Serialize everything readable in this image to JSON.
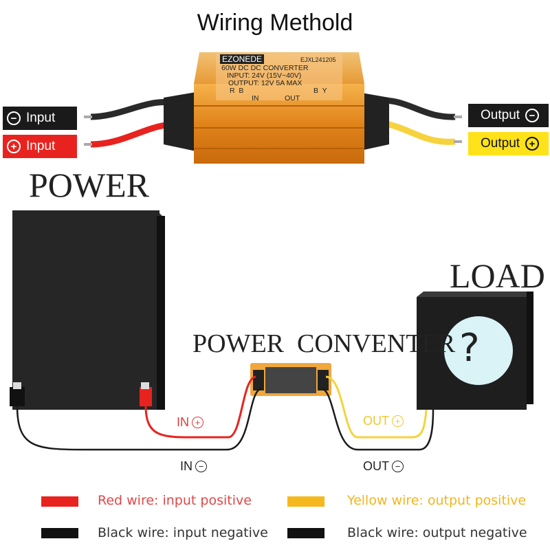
{
  "title": "Wiring Methold",
  "converter_label": {
    "brand": "EZONEDE",
    "model": "EJXL241205",
    "line1": "60W DC DC CONVERTER",
    "line2": "INPUT: 24V (15V~40V)",
    "line3": "OUTPUT: 12V 5A MAX",
    "pins_left": "R  B",
    "pins_right": "B  Y",
    "pins_in": "IN",
    "pins_out": "OUT"
  },
  "tags": {
    "input_negative": "Input",
    "input_positive": "Input",
    "output_negative": "Output",
    "output_positive": "Output"
  },
  "symbols": {
    "plus": "+",
    "minus": "−",
    "question": "?"
  },
  "diagram": {
    "power": "POWER",
    "load": "LOAD",
    "converter": "POWER  CONVENTER",
    "in_pos": "IN",
    "in_neg": "IN",
    "out_pos": "OUT",
    "out_neg": "OUT"
  },
  "legend": [
    {
      "text": "Red wire: input positive",
      "color": "#e8231f",
      "text_color": "#e04848"
    },
    {
      "text": "Black wire: input negative",
      "color": "#111111",
      "text_color": "#333333"
    },
    {
      "text": "Yellow wire: output positive",
      "color": "#f5b81e",
      "text_color": "#f2b51e"
    },
    {
      "text": "Black wire: output negative",
      "color": "#111111",
      "text_color": "#333333"
    }
  ],
  "colors": {
    "red_wire": "#e8231f",
    "black_wire": "#1a1a1a",
    "yellow_wire": "#f6d23c",
    "converter_body": "#e68a1c",
    "load_screen": "#d9f3f6"
  }
}
